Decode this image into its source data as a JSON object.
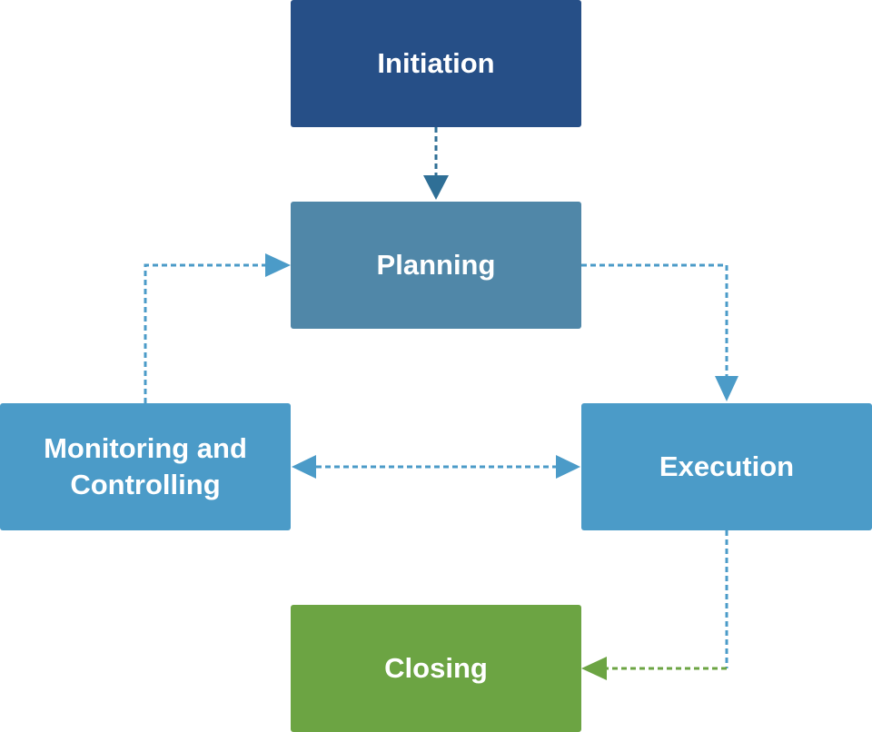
{
  "colors": {
    "initiation": "#264f87",
    "planning": "#5087a8",
    "monitoring": "#4b9bc8",
    "execution": "#4b9bc8",
    "closing": "#6ca443",
    "connector_blue": "#4b9bc8",
    "connector_dark": "#2f6f96",
    "connector_green": "#6ca443"
  },
  "nodes": {
    "initiation": {
      "label": "Initiation"
    },
    "planning": {
      "label": "Planning"
    },
    "monitoring": {
      "label": "Monitoring and Controlling"
    },
    "execution": {
      "label": "Execution"
    },
    "closing": {
      "label": "Closing"
    }
  }
}
